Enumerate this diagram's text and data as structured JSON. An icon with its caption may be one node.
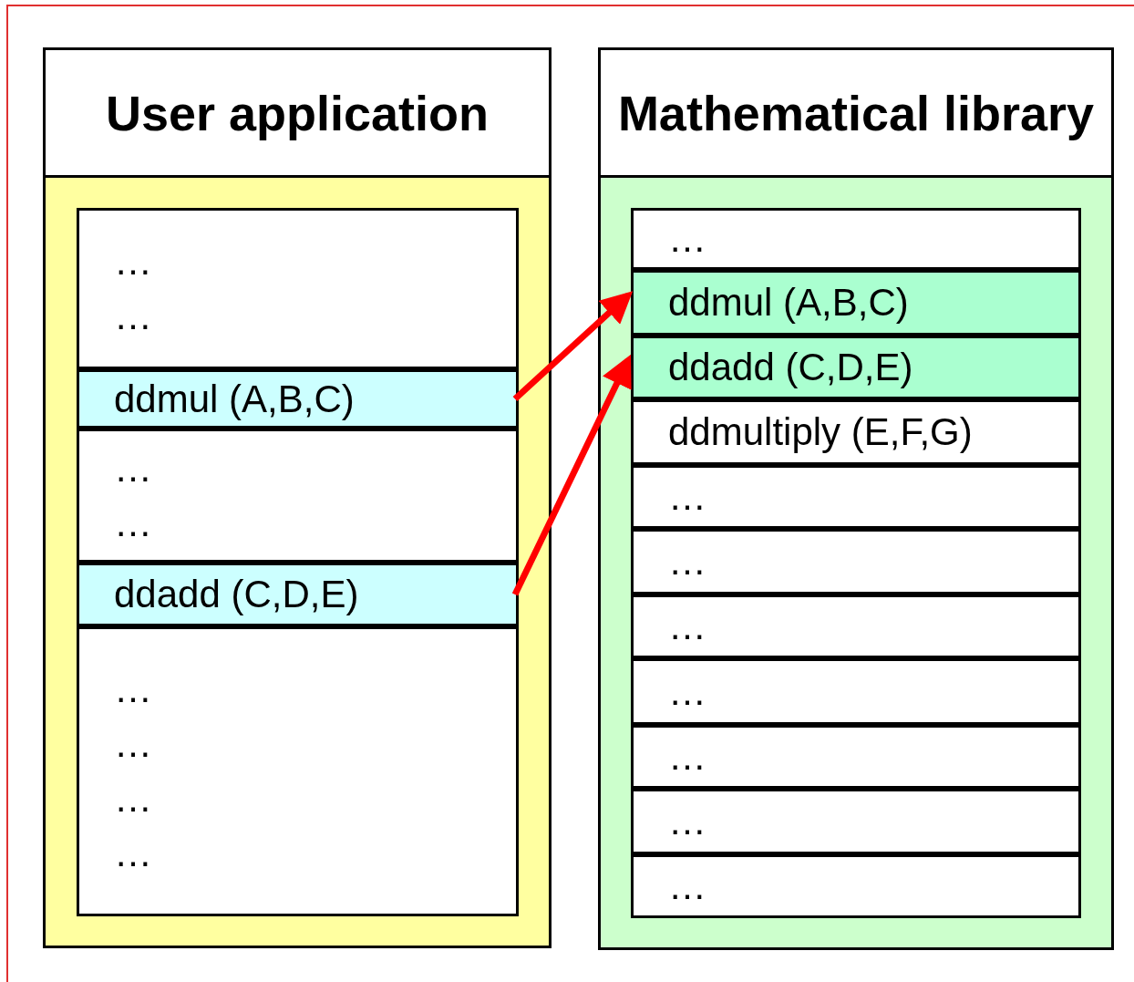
{
  "diagram": {
    "nodes": [
      {
        "text": [
          "User application"
        ]
      },
      {
        "text": [
          "…",
          "…"
        ],
        "in": 0
      },
      {
        "text": [
          "ddmul (A,B,C)"
        ],
        "in": 0
      },
      {
        "text": [
          "…",
          "…"
        ],
        "in": 0
      },
      {
        "text": [
          "ddadd (C,D,E)"
        ],
        "in": 0
      },
      {
        "text": [
          "…",
          "…",
          "…",
          "…"
        ],
        "in": 0
      },
      {
        "text": [
          "Mathematical library"
        ]
      },
      {
        "text": [
          "…"
        ],
        "in": 6
      },
      {
        "text": [
          "ddmul (A,B,C)"
        ],
        "in": 6
      },
      {
        "text": [
          "ddadd (C,D,E)"
        ],
        "in": 6
      },
      {
        "text": [
          "ddmultiply (E,F,G)"
        ],
        "in": 6
      },
      {
        "text": [
          "…"
        ],
        "in": 6
      },
      {
        "text": [
          "…"
        ],
        "in": 6
      },
      {
        "text": [
          "…"
        ],
        "in": 6
      },
      {
        "text": [
          "…"
        ],
        "in": 6
      },
      {
        "text": [
          "…"
        ],
        "in": 6
      },
      {
        "text": [
          "…"
        ],
        "in": 6
      },
      {
        "text": [
          "…"
        ],
        "in": 6
      }
    ],
    "edges": [
      {
        "from": 2,
        "to": 8,
        "arrow": "to"
      },
      {
        "from": 4,
        "to": 9,
        "arrow": "to"
      }
    ]
  }
}
